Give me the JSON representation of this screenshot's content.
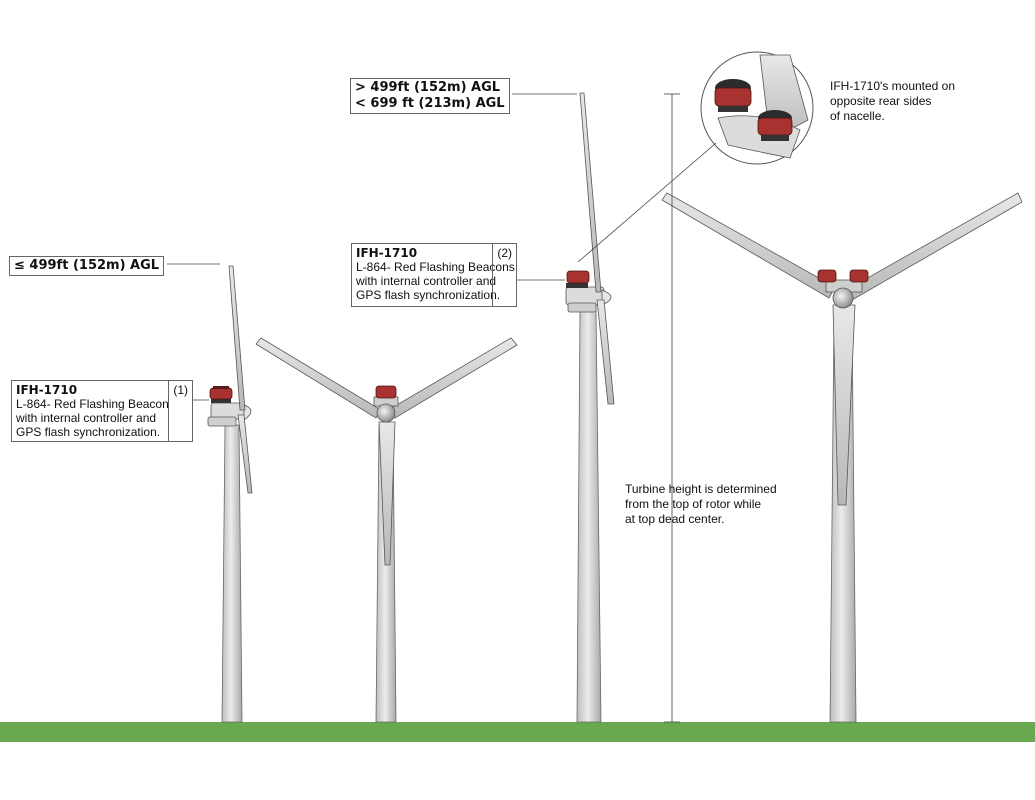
{
  "height_labels": {
    "left": "≤ 499ft (152m) AGL",
    "right_line1": "> 499ft (152m) AGL",
    "right_line2": "< 699 ft (213m) AGL"
  },
  "callout_1": {
    "title": "IFH-1710",
    "lines": [
      "L-864- Red Flashing Beacon",
      "with internal controller and",
      "GPS flash synchronization."
    ],
    "number": "(1)"
  },
  "callout_2": {
    "title": "IFH-1710",
    "lines": [
      "L-864- Red Flashing Beacons",
      "with internal controller and",
      "GPS flash synchronization."
    ],
    "number": "(2)"
  },
  "mount_note": [
    "IFH-1710's mounted on",
    "opposite rear sides",
    "of nacelle."
  ],
  "height_note": [
    "Turbine height is determined",
    "from the top of rotor while",
    "at top dead center."
  ],
  "colors": {
    "ground": "#6aa84f",
    "beacon": "#a8322f",
    "turbine": "#d9d9d9",
    "outline": "#555555"
  }
}
